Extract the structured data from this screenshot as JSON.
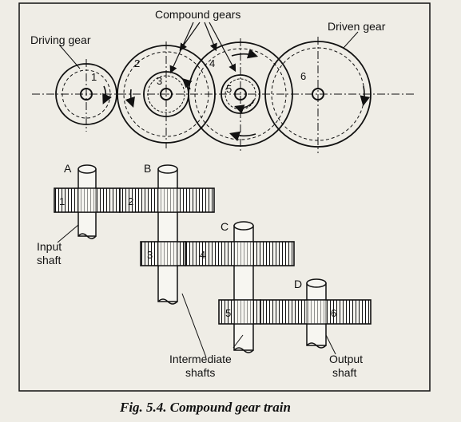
{
  "figure": {
    "caption": "Fig. 5.4. Compound gear train"
  },
  "labels": {
    "driving_gear": "Driving gear",
    "compound_gears": "Compound gears",
    "driven_gear": "Driven gear",
    "input_shaft_line1": "Input",
    "input_shaft_line2": "shaft",
    "intermediate_line1": "Intermediate",
    "intermediate_line2": "shafts",
    "output_line1": "Output",
    "output_line2": "shaft"
  },
  "gear_numbers": [
    "1",
    "2",
    "3",
    "4",
    "5",
    "6"
  ],
  "shaft_letters": [
    "A",
    "B",
    "C",
    "D"
  ],
  "colors": {
    "background": "#efede6",
    "ink": "#111111",
    "gear_fill": "#f7f6f1"
  }
}
